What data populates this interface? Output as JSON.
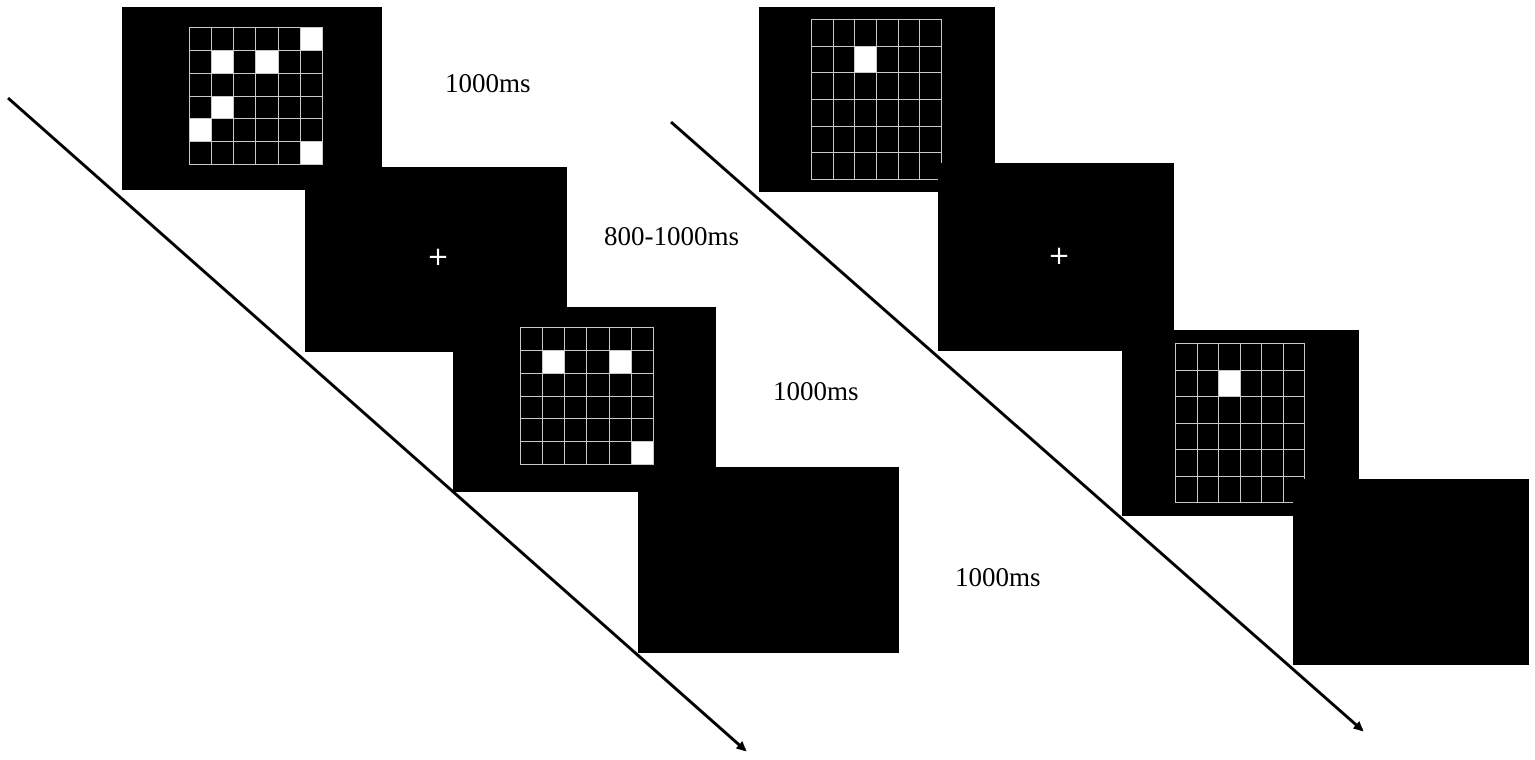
{
  "colors": {
    "screen": "#000000",
    "grid_line": "#c8c8c8",
    "lit_cell": "#ffffff",
    "arrow": "#000000"
  },
  "grid_size": 6,
  "left_sequence": {
    "durations": [
      "1000ms",
      "800-1000ms",
      "1000ms",
      "1000ms"
    ],
    "fixation": "+",
    "stim1_lit": [
      [
        0,
        5
      ],
      [
        1,
        1
      ],
      [
        1,
        3
      ],
      [
        3,
        1
      ],
      [
        4,
        0
      ],
      [
        5,
        5
      ]
    ],
    "stim2_lit": [
      [
        1,
        1
      ],
      [
        1,
        4
      ],
      [
        5,
        5
      ]
    ]
  },
  "right_sequence": {
    "fixation": "+",
    "stim1_lit": [
      [
        1,
        2
      ]
    ],
    "stim2_lit": [
      [
        1,
        2
      ]
    ]
  }
}
